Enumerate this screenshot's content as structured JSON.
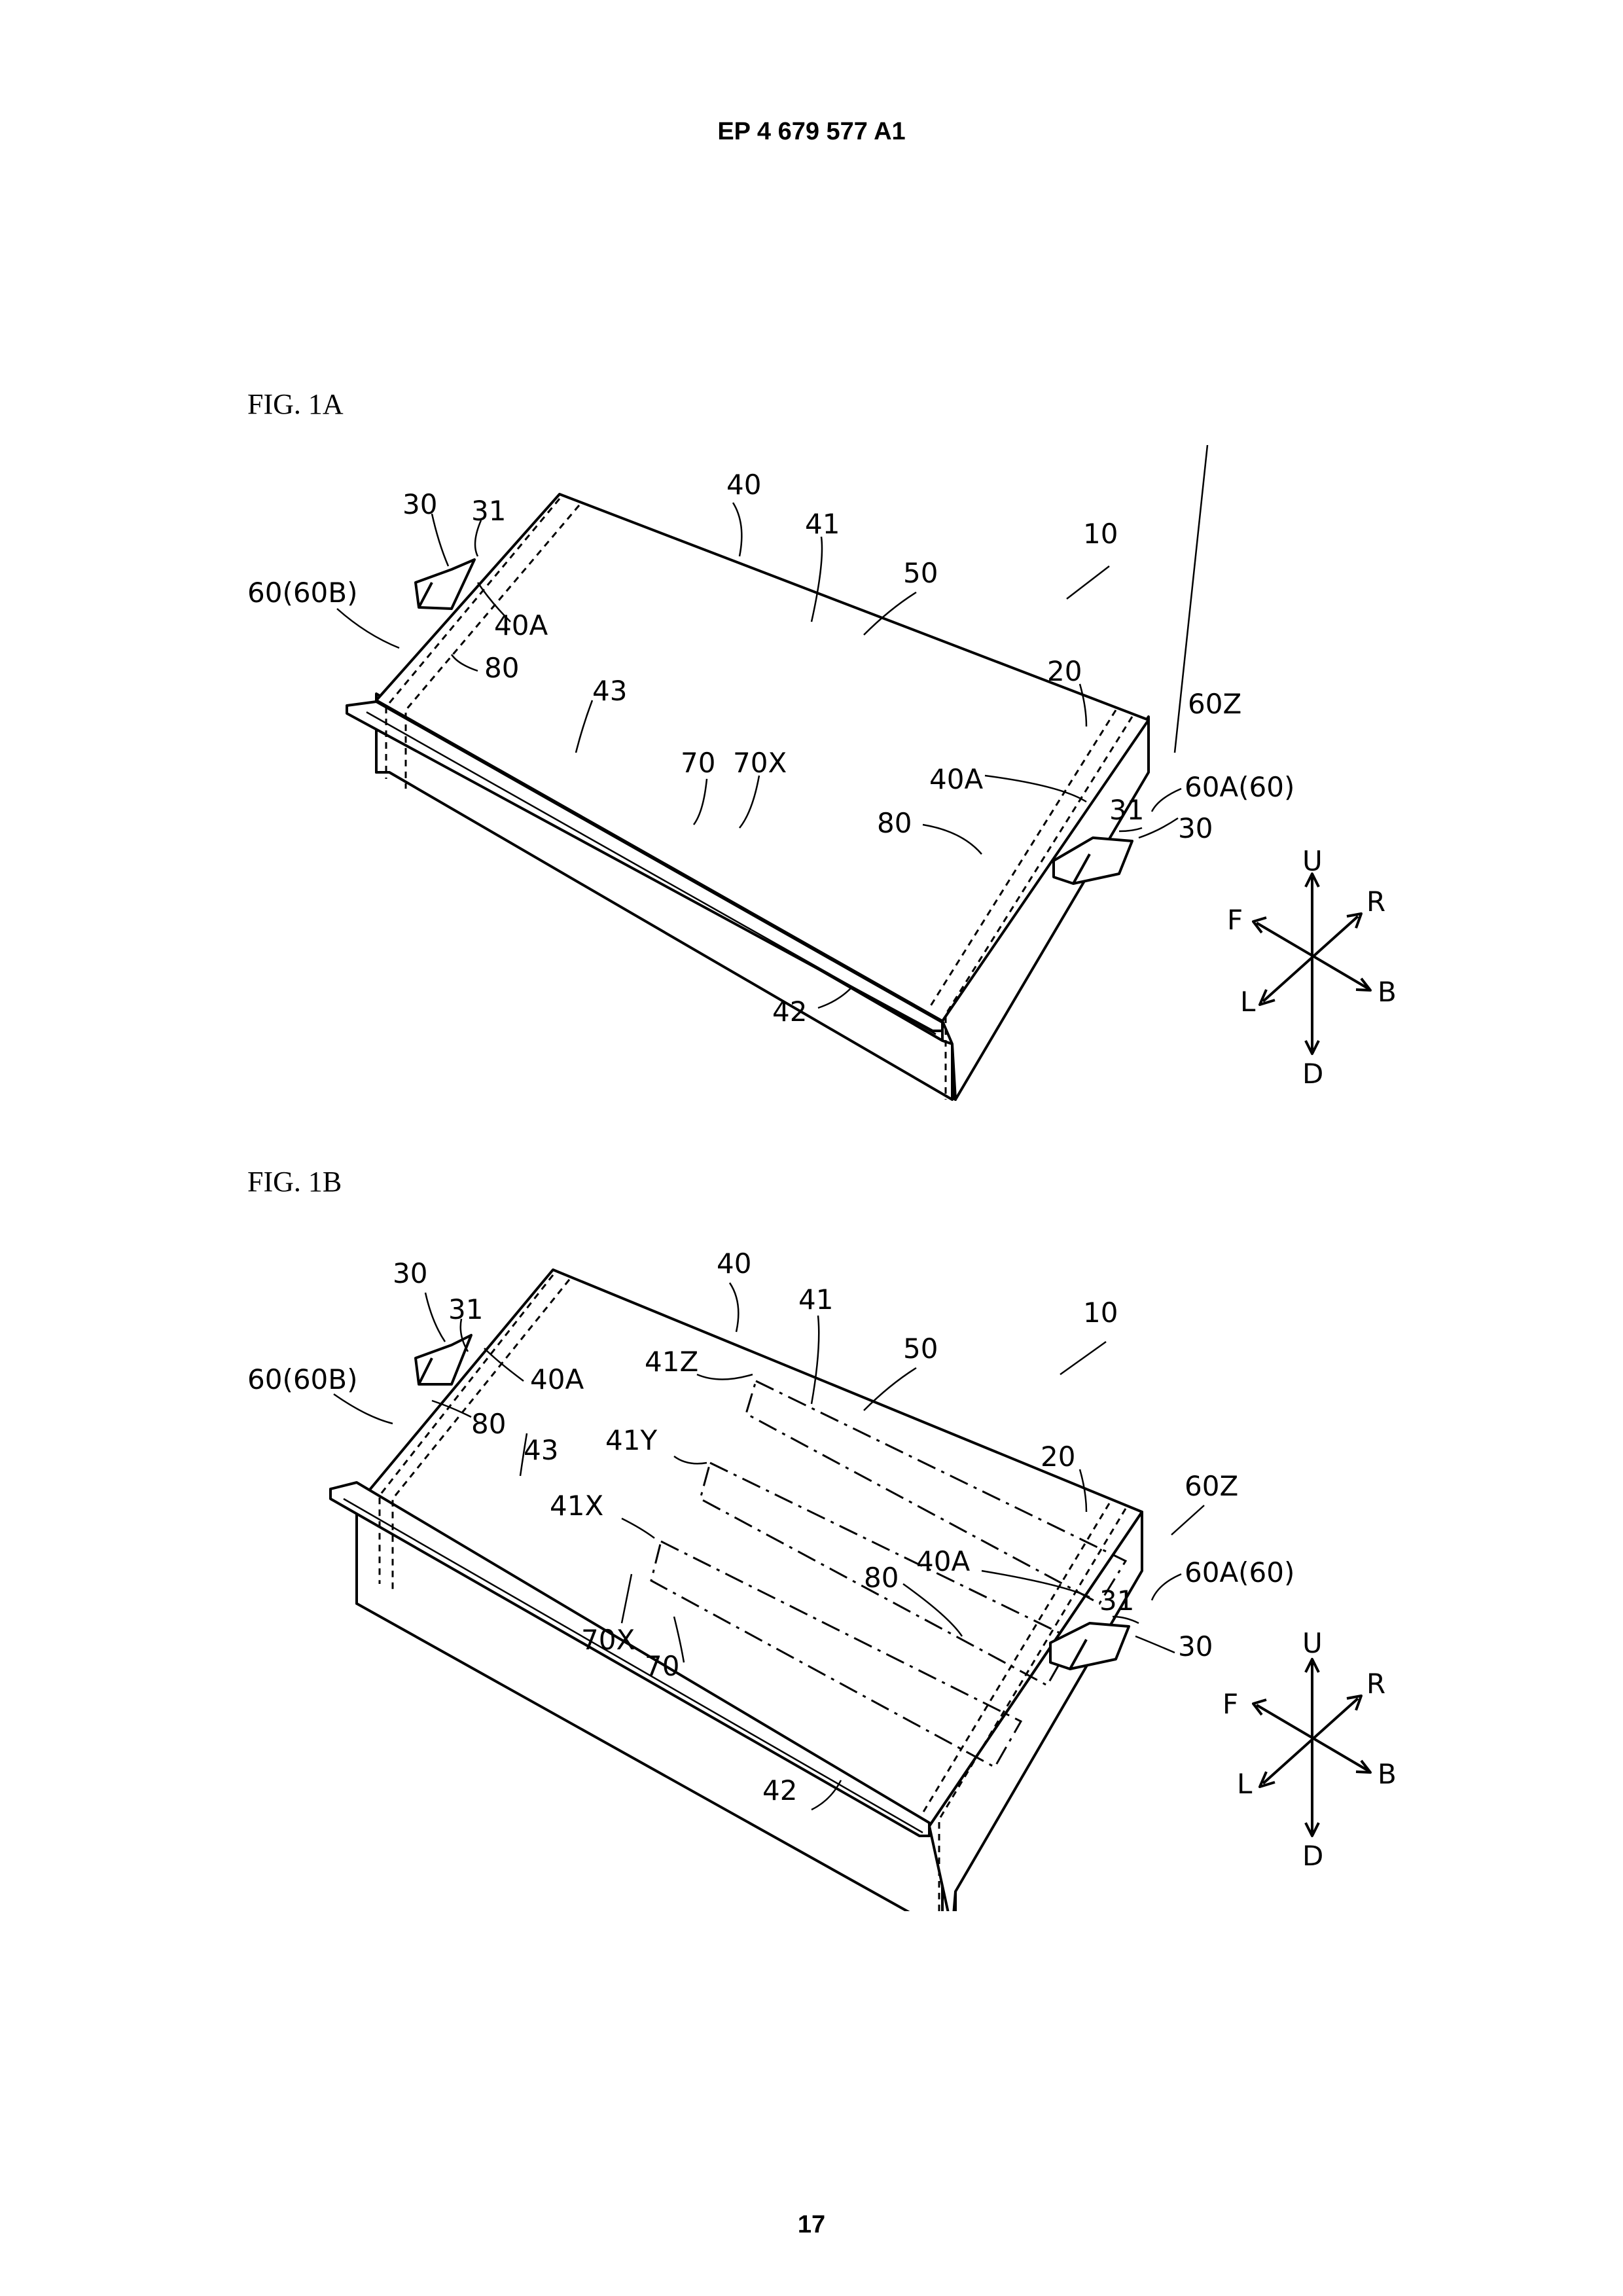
{
  "header": {
    "publication_number": "EP 4 679 577 A1"
  },
  "footer": {
    "page_number": "17"
  },
  "figures": [
    {
      "id": "fig-1a",
      "title": "FIG. 1A",
      "labels": {
        "l40": "40",
        "l41": "41",
        "l50": "50",
        "l10": "10",
        "l30a": "30",
        "l31a": "31",
        "l60b": "60(60B)",
        "l40a_a": "40A",
        "l80a": "80",
        "l43": "43",
        "l20": "20",
        "l60z": "60Z",
        "l70": "70",
        "l70x": "70X",
        "l40a_b": "40A",
        "l60a": "60A(60)",
        "l80b": "80",
        "l31b": "31",
        "l30b": "30",
        "l42": "42"
      },
      "axes": {
        "U": "U",
        "R": "R",
        "F": "F",
        "B": "B",
        "L": "L",
        "D": "D"
      }
    },
    {
      "id": "fig-1b",
      "title": "FIG. 1B",
      "labels": {
        "l40": "40",
        "l41": "41",
        "l50": "50",
        "l10": "10",
        "l30a": "30",
        "l31a": "31",
        "l60b": "60(60B)",
        "l40a_a": "40A",
        "l41z": "41Z",
        "l80a": "80",
        "l43": "43",
        "l41y": "41Y",
        "l20": "20",
        "l60z": "60Z",
        "l41x": "41X",
        "l40a_b": "40A",
        "l80b": "80",
        "l60a": "60A(60)",
        "l31b": "31",
        "l30b": "30",
        "l70x": "70X",
        "l70": "70",
        "l42": "42"
      },
      "axes": {
        "U": "U",
        "R": "R",
        "F": "F",
        "B": "B",
        "L": "L",
        "D": "D"
      }
    }
  ]
}
